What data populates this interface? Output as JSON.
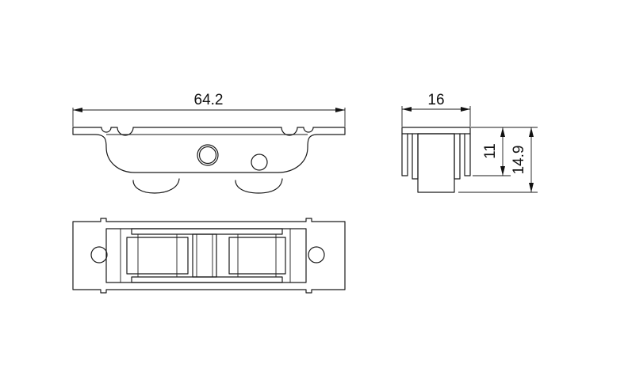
{
  "dimensions": {
    "overall_length": "64.2",
    "width": "16",
    "inner_height": "11",
    "overall_height": "14.9"
  },
  "colors": {
    "line": "#1a1a1a",
    "background": "#ffffff"
  }
}
